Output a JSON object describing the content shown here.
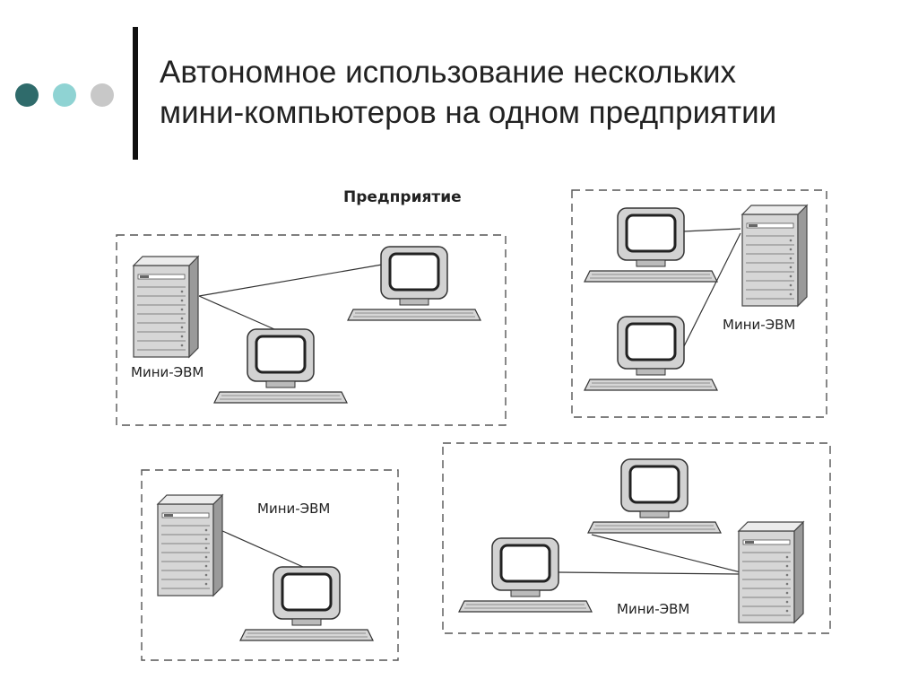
{
  "slide": {
    "title_lines": [
      "Автономное использование нескольких",
      "мини-компьютеров на одном предприятии"
    ],
    "bullet_colors": [
      "#2f6b6b",
      "#8fd3d3",
      "#c8c8c8"
    ]
  },
  "diagram": {
    "enterprise_label": "Предприятие",
    "server_label": "Мини-ЭВМ"
  }
}
